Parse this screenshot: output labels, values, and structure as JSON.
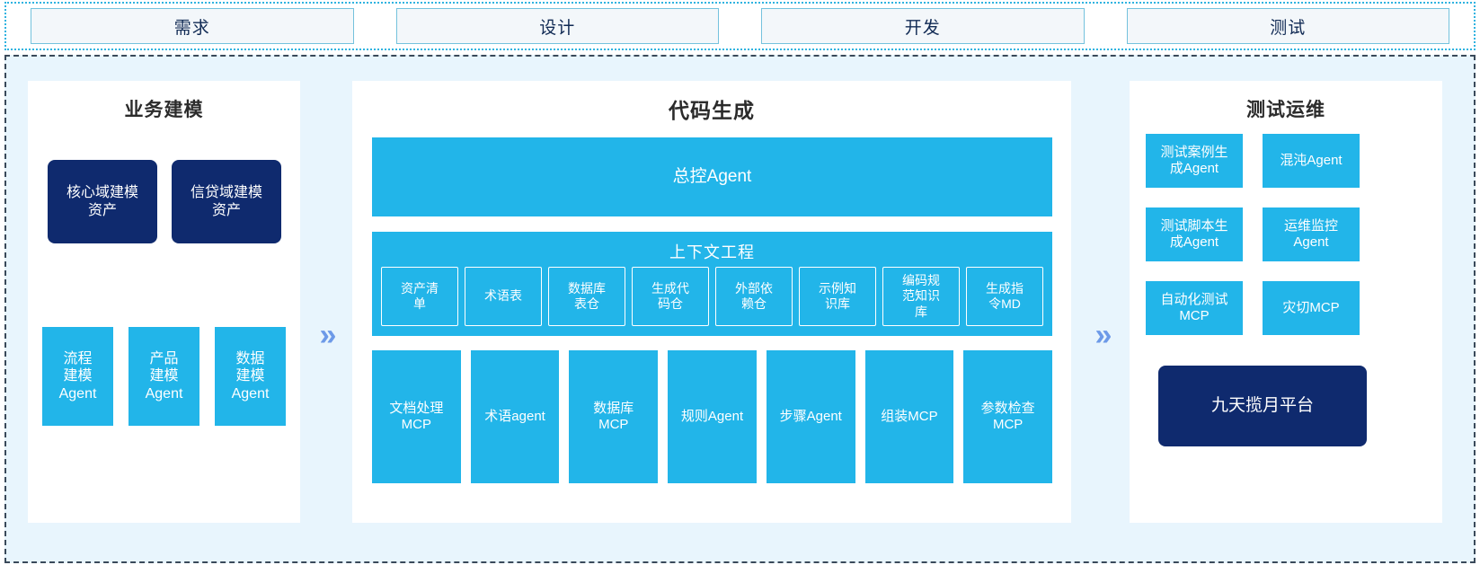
{
  "colors": {
    "cyan": "#22b5e9",
    "navy": "#0f2a6e",
    "panel_bg": "#e8f5fd",
    "stage_border": "#74c2dd",
    "chevron": "#6d9ae8"
  },
  "stages": [
    {
      "label": "需求"
    },
    {
      "label": "设计"
    },
    {
      "label": "开发"
    },
    {
      "label": "测试"
    }
  ],
  "separators": {
    "chevron_glyph": "»"
  },
  "left_panel": {
    "title": "业务建模",
    "assets": [
      {
        "label": "核心域建模\n资产"
      },
      {
        "label": "信贷域建模\n资产"
      }
    ],
    "agents": [
      {
        "label": "流程\n建模\nAgent"
      },
      {
        "label": "产品\n建模\nAgent"
      },
      {
        "label": "数据\n建模\nAgent"
      }
    ]
  },
  "middle_panel": {
    "title": "代码生成",
    "master_agent": {
      "label": "总控Agent"
    },
    "context_engineering": {
      "title": "上下文工程",
      "items": [
        {
          "label": "资产清\n单"
        },
        {
          "label": "术语表"
        },
        {
          "label": "数据库\n表仓"
        },
        {
          "label": "生成代\n码仓"
        },
        {
          "label": "外部依\n赖仓"
        },
        {
          "label": "示例知\n识库"
        },
        {
          "label": "编码规\n范知识\n库"
        },
        {
          "label": "生成指\n令MD"
        }
      ]
    },
    "mcp_tools": [
      {
        "label": "文档处理\nMCP"
      },
      {
        "label": "术语agent"
      },
      {
        "label": "数据库\nMCP"
      },
      {
        "label": "规则Agent"
      },
      {
        "label": "步骤Agent"
      },
      {
        "label": "组装MCP"
      },
      {
        "label": "参数检查\nMCP"
      }
    ]
  },
  "right_panel": {
    "title": "测试运维",
    "tiles": [
      {
        "label": "测试案例生\n成Agent"
      },
      {
        "label": "混沌Agent"
      },
      {
        "label": "测试脚本生\n成Agent"
      },
      {
        "label": "运维监控\nAgent"
      },
      {
        "label": "自动化测试\nMCP"
      },
      {
        "label": "灾切MCP"
      }
    ],
    "platform": {
      "label": "九天揽月平台"
    }
  }
}
